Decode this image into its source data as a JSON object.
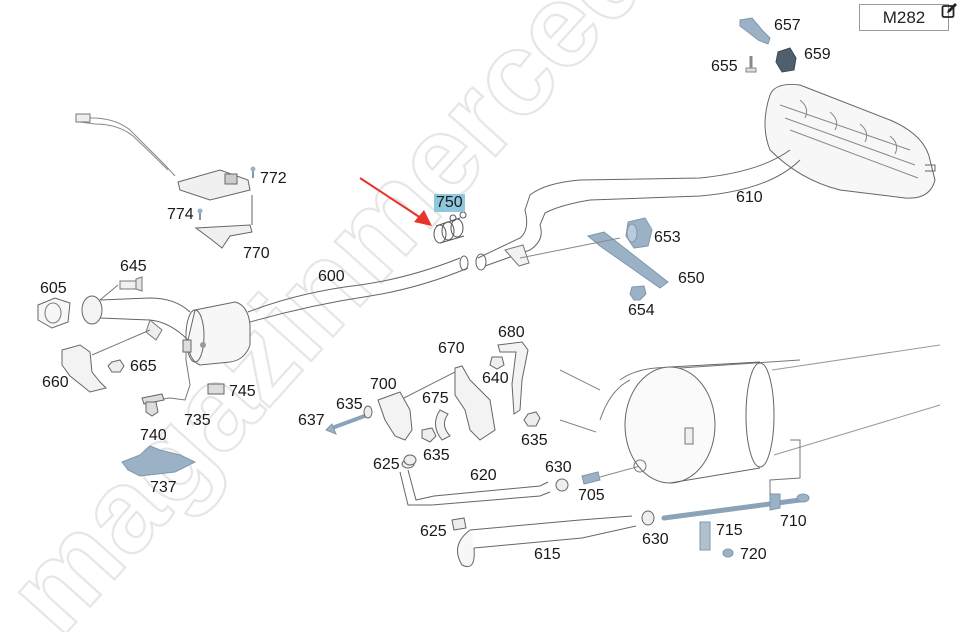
{
  "model_box": {
    "label": "M282",
    "edit_icon": "edit-icon"
  },
  "watermark": "magazinmercedes.ru",
  "highlighted_part": "750",
  "arrow": {
    "color": "#e8322b",
    "points_to": "750"
  },
  "colors": {
    "highlight": "#8fc7dc",
    "part_blue": "#9bb2c6",
    "line": "#555555",
    "arrow": "#e8322b"
  },
  "callouts": [
    {
      "id": "657",
      "label": "657"
    },
    {
      "id": "655",
      "label": "655"
    },
    {
      "id": "659",
      "label": "659"
    },
    {
      "id": "610",
      "label": "610"
    },
    {
      "id": "772",
      "label": "772"
    },
    {
      "id": "774",
      "label": "774"
    },
    {
      "id": "770",
      "label": "770"
    },
    {
      "id": "750",
      "label": "750"
    },
    {
      "id": "653",
      "label": "653"
    },
    {
      "id": "650",
      "label": "650"
    },
    {
      "id": "654",
      "label": "654"
    },
    {
      "id": "645",
      "label": "645"
    },
    {
      "id": "605",
      "label": "605"
    },
    {
      "id": "600",
      "label": "600"
    },
    {
      "id": "660",
      "label": "660"
    },
    {
      "id": "665",
      "label": "665"
    },
    {
      "id": "745",
      "label": "745"
    },
    {
      "id": "735",
      "label": "735"
    },
    {
      "id": "740",
      "label": "740"
    },
    {
      "id": "737",
      "label": "737"
    },
    {
      "id": "680",
      "label": "680"
    },
    {
      "id": "670",
      "label": "670"
    },
    {
      "id": "640",
      "label": "640"
    },
    {
      "id": "700",
      "label": "700"
    },
    {
      "id": "675",
      "label": "675"
    },
    {
      "id": "635a",
      "label": "635"
    },
    {
      "id": "637",
      "label": "637"
    },
    {
      "id": "635b",
      "label": "635"
    },
    {
      "id": "635c",
      "label": "635"
    },
    {
      "id": "625a",
      "label": "625"
    },
    {
      "id": "620",
      "label": "620"
    },
    {
      "id": "630a",
      "label": "630"
    },
    {
      "id": "705",
      "label": "705"
    },
    {
      "id": "710",
      "label": "710"
    },
    {
      "id": "715",
      "label": "715"
    },
    {
      "id": "720",
      "label": "720"
    },
    {
      "id": "625b",
      "label": "625"
    },
    {
      "id": "615",
      "label": "615"
    },
    {
      "id": "630b",
      "label": "630"
    }
  ]
}
